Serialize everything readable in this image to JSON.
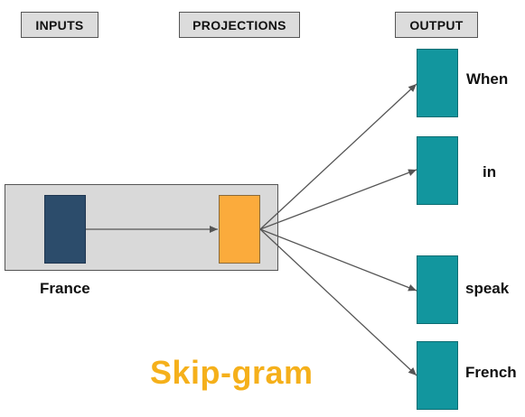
{
  "headers": {
    "inputs": "INPUTS",
    "projections": "PROJECTIONS",
    "output": "OUTPUT"
  },
  "input_word": "France",
  "output_words": [
    "When",
    "in",
    "speak",
    "French"
  ],
  "title": "Skip-gram",
  "colors": {
    "header_fill": "#dcdcdc",
    "panel_fill": "#d9d9d9",
    "input_vector": "#2c4c6b",
    "projection_vector": "#fbab3c",
    "output_vector": "#12969e",
    "title": "#f5b01b",
    "arrow": "#555555"
  }
}
